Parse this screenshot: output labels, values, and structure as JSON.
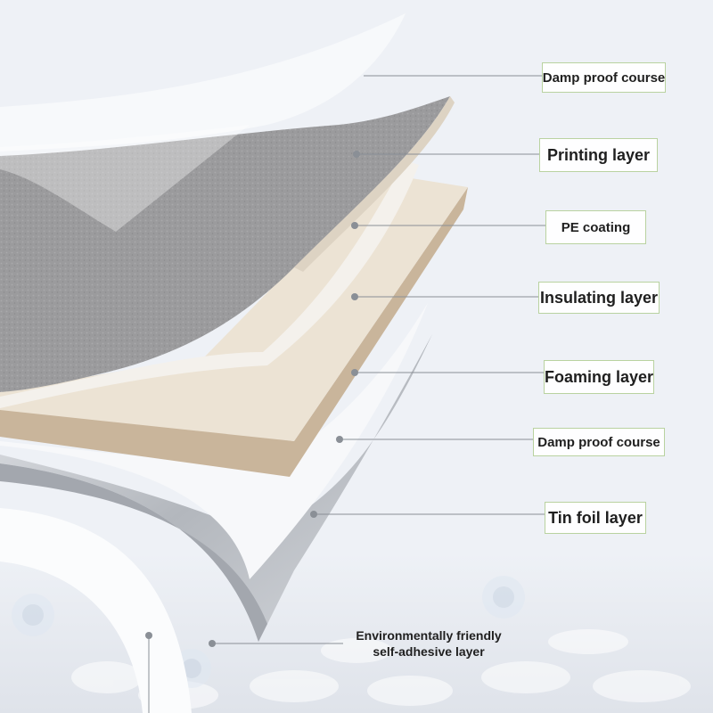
{
  "layers": [
    {
      "id": "damp-proof-course-top",
      "label": "Damp proof course"
    },
    {
      "id": "printing-layer",
      "label": "Printing layer"
    },
    {
      "id": "pe-coating",
      "label": "PE coating"
    },
    {
      "id": "insulating-layer",
      "label": "Insulating layer"
    },
    {
      "id": "foaming-layer",
      "label": "Foaming layer"
    },
    {
      "id": "damp-proof-course-bottom",
      "label": "Damp proof course"
    },
    {
      "id": "tin-foil-layer",
      "label": "Tin foil layer"
    },
    {
      "id": "self-adhesive-layer",
      "label_line1": "Environmentally friendly",
      "label_line2": "self-adhesive layer"
    }
  ],
  "colors": {
    "background": "#eef1f6",
    "printing_surface": "#9a9a9c",
    "insulating_board": "#ece3d4",
    "board_edge": "#c8b49a",
    "foil": "#bcc0c6",
    "leader_line": "#8a8f96",
    "label_border": "#b9d2a0"
  }
}
